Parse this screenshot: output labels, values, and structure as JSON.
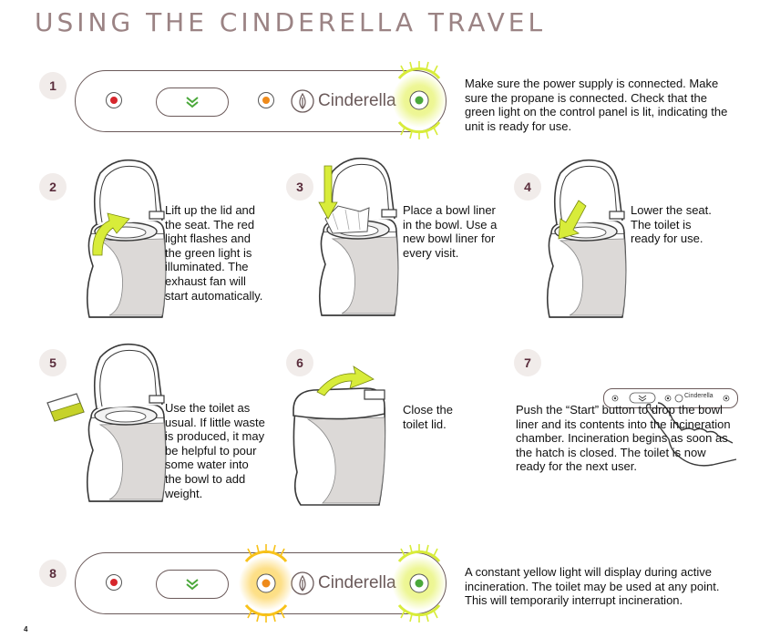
{
  "page": {
    "title": "USING THE CINDERELLA TRAVEL",
    "page_number": "4"
  },
  "colors": {
    "title": "#9b8384",
    "red": "#d6262c",
    "orange": "#ee8a1a",
    "green": "#4aa83a",
    "glow_green": "#d8ec3a",
    "glow_yellow": "#f8c21a",
    "badge_bg": "#f1ecea",
    "badge_text": "#5a2d3c"
  },
  "panel": {
    "brand": "Cinderella",
    "start_icon": "chevron-down-icon",
    "logo_icon": "leaf-logo-icon"
  },
  "steps": [
    {
      "number": "1",
      "text": "Make sure the power supply is connected. Make sure the propane is connected. Check that the green light on the control panel is lit, indicating the unit is ready for use."
    },
    {
      "number": "2",
      "text": "Lift up the lid and the seat. The red light flashes and the green light is illuminated. The exhaust fan will start automatically."
    },
    {
      "number": "3",
      "text": "Place a bowl liner in the bowl. Use a new bowl liner for every visit."
    },
    {
      "number": "4",
      "text": "Lower the seat. The toilet is ready for use."
    },
    {
      "number": "5",
      "text": "Use the toilet as usual. If little waste is produced, it may be helpful to pour some water into the bowl to add weight."
    },
    {
      "number": "6",
      "text": "Close the toilet lid."
    },
    {
      "number": "7",
      "text": "Push the “Start” button to drop the bowl liner and its contents into the incineration chamber. Incineration begins as soon as the hatch is closed. The toilet is now ready for the next user."
    },
    {
      "number": "8",
      "text": "A constant yellow light will display during active incineration. The toilet may be used at any point. This will temporarily interrupt incineration."
    }
  ]
}
